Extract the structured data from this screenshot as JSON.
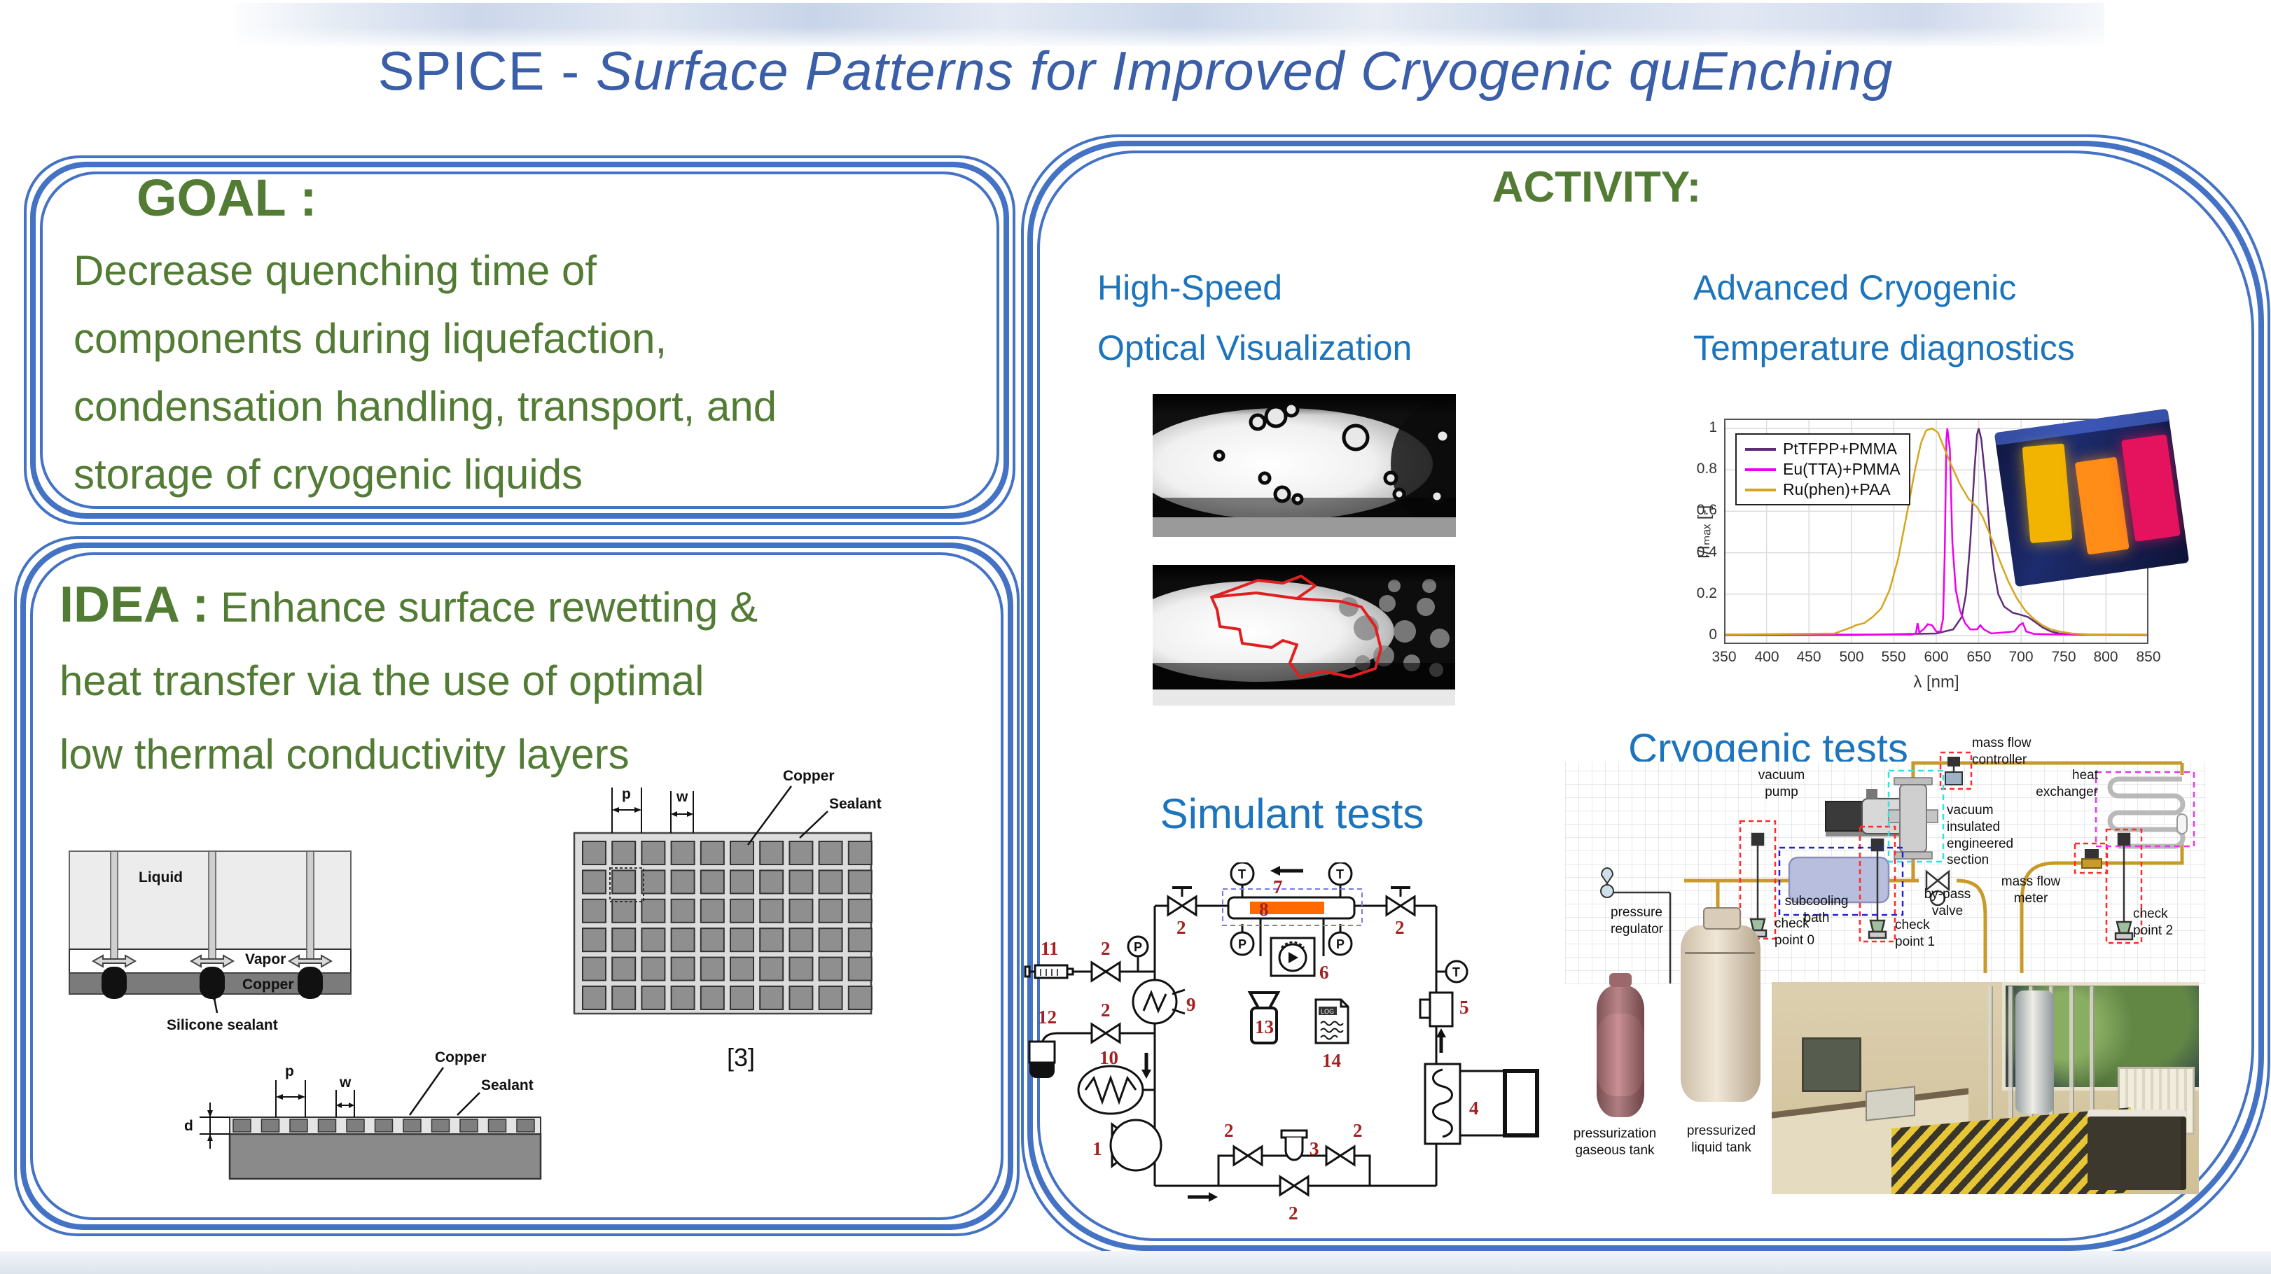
{
  "title": {
    "prefix": "SPICE - ",
    "rest": "Surface Patterns for Improved Cryogenic quEnching"
  },
  "goal": {
    "heading": "GOAL :",
    "lines": [
      "Decrease quenching time of",
      "components during liquefaction,",
      "condensation handling, transport, and",
      "storage of cryogenic liquids"
    ]
  },
  "idea": {
    "label": "IDEA :",
    "lines": [
      "Enhance surface rewetting &",
      "heat transfer via the use of optimal",
      "low thermal conductivity layers"
    ]
  },
  "wetting_diagram": {
    "liquid": "Liquid",
    "vapor": "Vapor",
    "copper": "Copper",
    "caption": "Silicone sealant"
  },
  "grid_diagram": {
    "p": "p",
    "w": "w",
    "copper": "Copper",
    "sealant": "Sealant",
    "ref": "[3]"
  },
  "xsec_diagram": {
    "d": "d",
    "p": "p",
    "w": "w",
    "copper": "Copper",
    "sealant": "Sealant"
  },
  "activity": {
    "heading": "ACTIVITY:",
    "optical": {
      "line1": "High-Speed",
      "line2": "Optical Visualization"
    },
    "diagnostics": {
      "line1": "Advanced Cryogenic",
      "line2": "Temperature diagnostics"
    },
    "simulant_title": "Simulant tests",
    "cryo_title": "Cryogenic tests"
  },
  "chart_data": {
    "type": "line",
    "title": "",
    "xlabel": "λ [nm]",
    "ylabel": "I/Iₘₐₓ [-]",
    "xlim": [
      350,
      850
    ],
    "ylim": [
      0,
      1
    ],
    "x_ticks": [
      350,
      400,
      450,
      500,
      550,
      600,
      650,
      700,
      750,
      800,
      850
    ],
    "y_ticks": [
      0,
      0.2,
      0.4,
      0.6,
      0.8,
      1
    ],
    "grid": true,
    "legend_position": "upper left",
    "series": [
      {
        "name": "PtTFPP+PMMA",
        "color": "#5e2d79",
        "points": [
          [
            350,
            0.003
          ],
          [
            500,
            0.003
          ],
          [
            600,
            0.01
          ],
          [
            620,
            0.03
          ],
          [
            630,
            0.09
          ],
          [
            635,
            0.2
          ],
          [
            640,
            0.45
          ],
          [
            645,
            0.8
          ],
          [
            648,
            0.97
          ],
          [
            650,
            1.0
          ],
          [
            653,
            0.95
          ],
          [
            658,
            0.75
          ],
          [
            663,
            0.5
          ],
          [
            668,
            0.32
          ],
          [
            673,
            0.2
          ],
          [
            680,
            0.14
          ],
          [
            690,
            0.11
          ],
          [
            700,
            0.1
          ],
          [
            708,
            0.09
          ],
          [
            715,
            0.07
          ],
          [
            725,
            0.04
          ],
          [
            735,
            0.02
          ],
          [
            745,
            0.01
          ],
          [
            760,
            0.005
          ],
          [
            850,
            0.003
          ]
        ]
      },
      {
        "name": "Eu(TTA)+PMMA",
        "color": "#ee00ee",
        "points": [
          [
            350,
            0.005
          ],
          [
            570,
            0.005
          ],
          [
            576,
            0.01
          ],
          [
            578,
            0.06
          ],
          [
            580,
            0.015
          ],
          [
            585,
            0.03
          ],
          [
            590,
            0.055
          ],
          [
            595,
            0.05
          ],
          [
            600,
            0.02
          ],
          [
            605,
            0.02
          ],
          [
            608,
            0.08
          ],
          [
            610,
            0.4
          ],
          [
            612,
            0.95
          ],
          [
            613,
            1.0
          ],
          [
            616,
            0.9
          ],
          [
            619,
            0.45
          ],
          [
            623,
            0.22
          ],
          [
            628,
            0.12
          ],
          [
            634,
            0.06
          ],
          [
            640,
            0.03
          ],
          [
            648,
            0.03
          ],
          [
            652,
            0.05
          ],
          [
            656,
            0.03
          ],
          [
            665,
            0.01
          ],
          [
            692,
            0.02
          ],
          [
            698,
            0.05
          ],
          [
            702,
            0.06
          ],
          [
            706,
            0.02
          ],
          [
            715,
            0.008
          ],
          [
            750,
            0.005
          ],
          [
            850,
            0.004
          ]
        ]
      },
      {
        "name": "Ru(phen)+PAA",
        "color": "#d6a51e",
        "points": [
          [
            350,
            0.005
          ],
          [
            480,
            0.01
          ],
          [
            500,
            0.04
          ],
          [
            505,
            0.05
          ],
          [
            515,
            0.06
          ],
          [
            525,
            0.09
          ],
          [
            535,
            0.13
          ],
          [
            545,
            0.22
          ],
          [
            555,
            0.37
          ],
          [
            565,
            0.58
          ],
          [
            575,
            0.8
          ],
          [
            582,
            0.93
          ],
          [
            588,
            0.99
          ],
          [
            595,
            1.0
          ],
          [
            602,
            0.98
          ],
          [
            610,
            0.9
          ],
          [
            618,
            0.82
          ],
          [
            628,
            0.73
          ],
          [
            638,
            0.66
          ],
          [
            648,
            0.62
          ],
          [
            655,
            0.57
          ],
          [
            665,
            0.47
          ],
          [
            675,
            0.36
          ],
          [
            685,
            0.26
          ],
          [
            695,
            0.18
          ],
          [
            705,
            0.12
          ],
          [
            715,
            0.08
          ],
          [
            725,
            0.05
          ],
          [
            735,
            0.03
          ],
          [
            745,
            0.02
          ],
          [
            760,
            0.01
          ],
          [
            780,
            0.006
          ],
          [
            850,
            0.005
          ]
        ]
      }
    ]
  },
  "simulant": {
    "nums": [
      "7",
      "8",
      "6",
      "2",
      "2",
      "11",
      "2",
      "12",
      "2",
      "10",
      "1",
      "9",
      "13",
      "14",
      "5",
      "4",
      "2",
      "2",
      "3",
      "2"
    ],
    "gauges": [
      "T",
      "T",
      "P",
      "P",
      "P",
      "T"
    ],
    "log": "LOG"
  },
  "cryo": {
    "labels": {
      "mfc": "mass flow\ncontroller",
      "vpump": "vacuum\npump",
      "hx": "heat\nexchanger",
      "vis": "vacuum\ninsulated\nengineered\nsection",
      "bath": "subcooling\nbath",
      "bypass": "by-pass\nvalve",
      "mfm": "mass flow\nmeter",
      "cp0": "check\npoint 0",
      "cp1": "check\npoint 1",
      "cp2": "check\npoint 2",
      "preg": "pressure\nregulator",
      "gtank": "pressurization\ngaseous tank",
      "ltank": "pressurized\nliquid tank"
    }
  },
  "colors": {
    "accent_green": "#527B34",
    "accent_blue": "#1B74BC",
    "title_blue": "#3A5EA8",
    "border_blue": "#4472C4",
    "label_red": "#A42020",
    "test_section_orange": "#FF6A00"
  }
}
